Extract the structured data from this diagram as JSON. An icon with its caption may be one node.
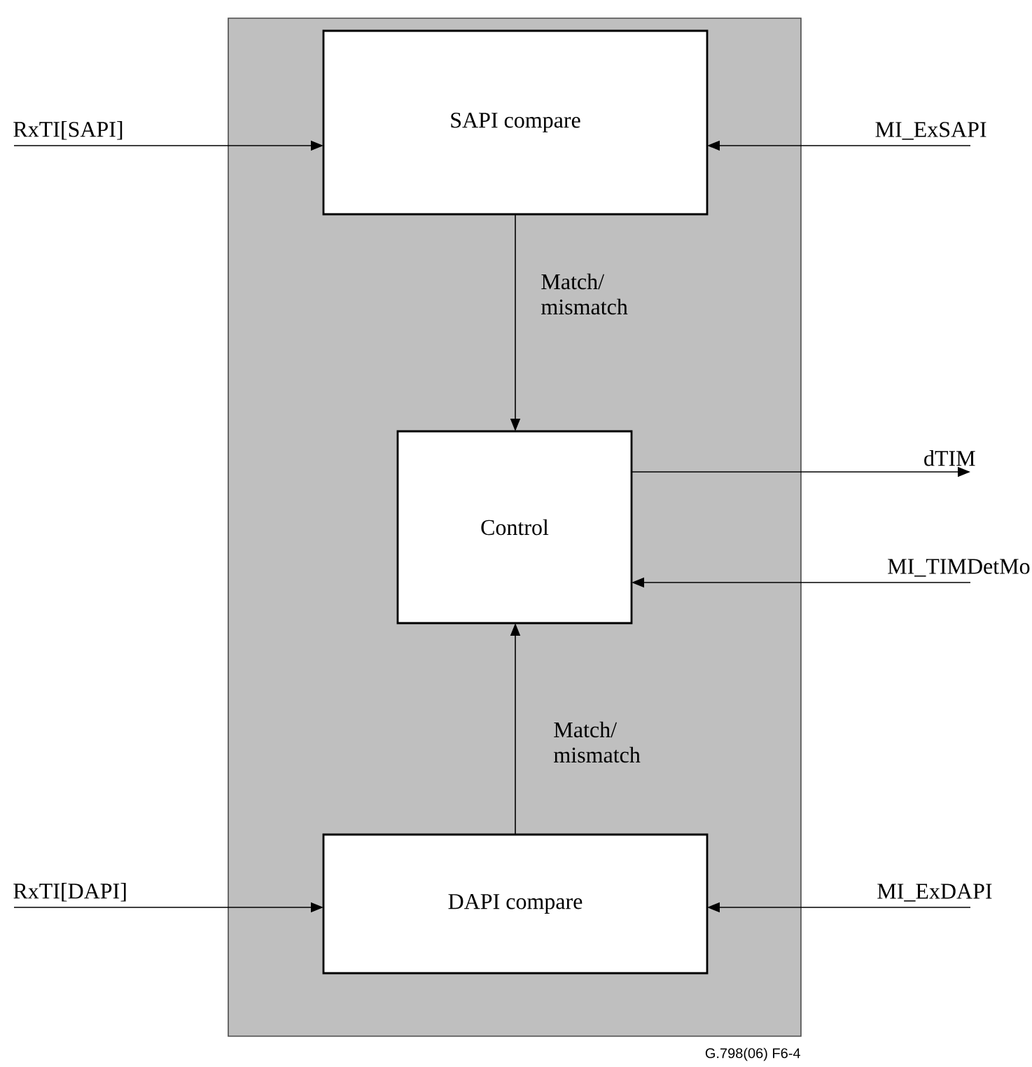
{
  "diagram": {
    "nodes": [
      {
        "text": [],
        "shape": "box"
      },
      {
        "text": [
          "SAPI compare"
        ],
        "in": 0
      },
      {
        "text": [
          "Control"
        ],
        "in": 0
      },
      {
        "text": [
          "DAPI compare"
        ],
        "in": 0
      },
      {
        "text": [
          "RxTI[SAPI]"
        ]
      },
      {
        "text": [
          "MI_ExSAPI"
        ]
      },
      {
        "text": [
          "dTIM"
        ]
      },
      {
        "text": [
          "MI_TIMDetMo"
        ]
      },
      {
        "text": [
          "RxTI[DAPI]"
        ]
      },
      {
        "text": [
          "MI_ExDAPI"
        ]
      }
    ],
    "edges": [
      {
        "from": 4,
        "to": 1,
        "arrow": "to"
      },
      {
        "from": 5,
        "to": 1,
        "arrow": "to"
      },
      {
        "from": 1,
        "to": 2,
        "arrow": "to",
        "label": "Match/ mismatch"
      },
      {
        "from": 2,
        "to": 6,
        "arrow": "to"
      },
      {
        "from": 7,
        "to": 2,
        "arrow": "to"
      },
      {
        "from": 3,
        "to": 2,
        "arrow": "to",
        "label": "Match/ mismatch"
      },
      {
        "from": 8,
        "to": 3,
        "arrow": "to"
      },
      {
        "from": 9,
        "to": 3,
        "arrow": "to"
      }
    ],
    "labels": [
      "G.798(06)  F6-4"
    ]
  }
}
